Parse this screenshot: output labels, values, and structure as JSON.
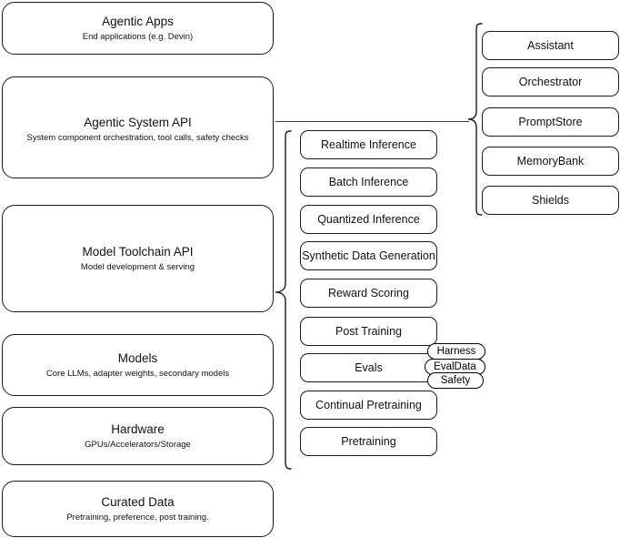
{
  "diagram": {
    "title": "Agentic AI stack architecture",
    "stroke_color": "#1a1a1a",
    "background_color": "#ffffff"
  },
  "stack": {
    "layers": [
      {
        "title": "Agentic Apps",
        "subtitle": "End applications (e.g. Devin)"
      },
      {
        "title": "Agentic System API",
        "subtitle": "System component orchestration, tool calls, safety checks"
      },
      {
        "title": "Model Toolchain API",
        "subtitle": "Model development & serving"
      },
      {
        "title": "Models",
        "subtitle": "Core LLMs, adapter weights, secondary models"
      },
      {
        "title": "Hardware",
        "subtitle": "GPUs/Accelerators/Storage"
      },
      {
        "title": "Curated Data",
        "subtitle": "Pretraining, preference, post training."
      }
    ]
  },
  "toolchain_components": {
    "items": [
      {
        "label": "Realtime Inference"
      },
      {
        "label": "Batch Inference"
      },
      {
        "label": "Quantized Inference"
      },
      {
        "label": "Synthetic Data Generation"
      },
      {
        "label": "Reward Scoring"
      },
      {
        "label": "Post Training"
      },
      {
        "label": "Evals"
      },
      {
        "label": "Continual Pretraining"
      },
      {
        "label": "Pretraining"
      }
    ]
  },
  "evals_chips": {
    "items": [
      {
        "label": "Harness"
      },
      {
        "label": "EvalData"
      },
      {
        "label": "Safety"
      }
    ]
  },
  "system_components": {
    "items": [
      {
        "label": "Assistant"
      },
      {
        "label": "Orchestrator"
      },
      {
        "label": "PromptStore"
      },
      {
        "label": "MemoryBank"
      },
      {
        "label": "Shields"
      }
    ]
  },
  "connectors": {
    "system_brace": "curly-brace-icon",
    "toolchain_brace": "curly-brace-icon",
    "system_link_line": "horizontal-connector-line"
  }
}
